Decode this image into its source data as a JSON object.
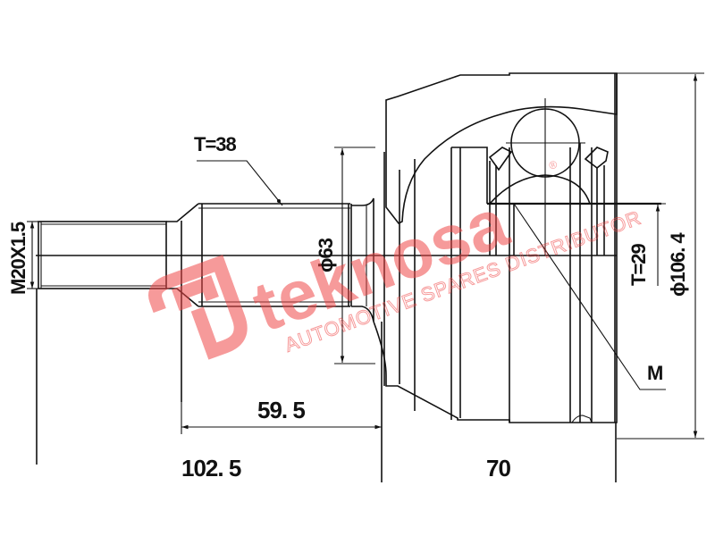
{
  "drawing": {
    "title": "CV joint outer (drive shaft) dimensional drawing",
    "line_color": "#111111",
    "background": "#ffffff"
  },
  "dimensions": {
    "thread": "M20X1.5",
    "spline_left": "T=38",
    "shaft_diameter": "ϕ63",
    "spline_right": "T=29",
    "outer_diameter": "ϕ106. 4",
    "length_shaft": "59. 5",
    "length_total": "102. 5",
    "length_body": "70",
    "abs_marker": "M"
  },
  "watermark": {
    "brand": "teknosa",
    "registered": "®",
    "tagline": "AUTOMOTIVE SPARES DISTRIBUTOR",
    "color": "#f04848"
  }
}
